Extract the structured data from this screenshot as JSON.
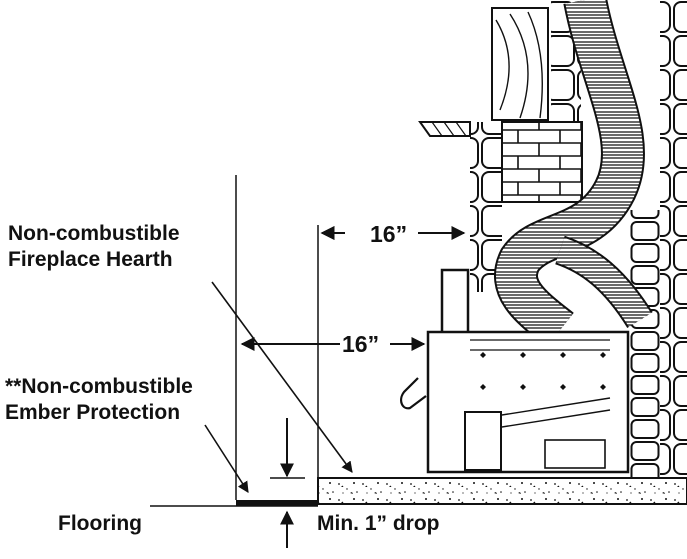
{
  "labels": {
    "hearth_line1": "Non-combustible",
    "hearth_line2": "Fireplace Hearth",
    "ember_line1": "**Non-combustible",
    "ember_line2": "Ember Protection",
    "flooring": "Flooring",
    "min_drop": "Min. 1” drop",
    "dim_top": "16”",
    "dim_side": "16”"
  },
  "colors": {
    "ink": "#111111",
    "paper": "#ffffff"
  }
}
